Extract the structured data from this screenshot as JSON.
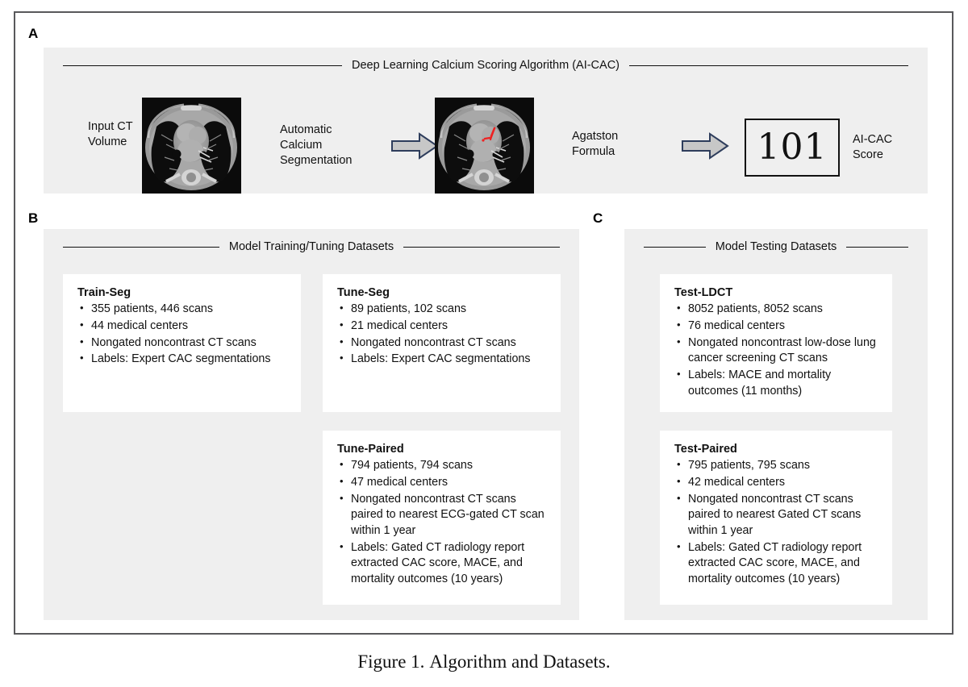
{
  "figure": {
    "caption_number": "Figure 1.",
    "caption_text": "Algorithm and Datasets."
  },
  "panelA": {
    "letter": "A",
    "title": "Deep Learning Calcium Scoring Algorithm (AI-CAC)",
    "input_label": "Input CT\nVolume",
    "step1_label": "Automatic\nCalcium\nSegmentation",
    "step2_label": "Agatston\nFormula",
    "score_value": "101",
    "score_label": "AI-CAC\nScore",
    "arrow1_icon": "right-block-arrow-icon",
    "arrow2_icon": "right-block-arrow-icon",
    "ct_input_icon": "ct-axial-slice-icon",
    "ct_segmented_icon": "ct-axial-slice-with-calcium-overlay-icon",
    "colors": {
      "panel_background": "#efefef",
      "arrow_fill": "#c7c7c7",
      "arrow_stroke": "#2e3d5c",
      "calcium_overlay": "#ee2222"
    }
  },
  "panelB": {
    "letter": "B",
    "title": "Model Training/Tuning Datasets",
    "cards": [
      {
        "name": "Train-Seg",
        "bullets": [
          "355 patients, 446 scans",
          "44 medical centers",
          "Nongated noncontrast CT scans",
          "Labels: Expert CAC segmentations"
        ]
      },
      {
        "name": "Tune-Seg",
        "bullets": [
          "89 patients, 102 scans",
          "21 medical centers",
          "Nongated noncontrast CT scans",
          "Labels: Expert CAC segmentations"
        ]
      },
      {
        "name": "Tune-Paired",
        "bullets": [
          "794 patients, 794 scans",
          "47 medical centers",
          "Nongated noncontrast CT scans paired to nearest ECG-gated CT scan within 1 year",
          "Labels: Gated CT radiology report extracted CAC score, MACE, and mortality outcomes (10 years)"
        ]
      }
    ]
  },
  "panelC": {
    "letter": "C",
    "title": "Model Testing Datasets",
    "cards": [
      {
        "name": "Test-LDCT",
        "bullets": [
          "8052 patients, 8052 scans",
          "76 medical centers",
          "Nongated noncontrast low-dose lung cancer screening CT scans",
          "Labels: MACE and mortality outcomes (11 months)"
        ]
      },
      {
        "name": "Test-Paired",
        "bullets": [
          "795 patients, 795 scans",
          "42 medical centers",
          "Nongated noncontrast CT scans paired to nearest  Gated CT  scans within 1 year",
          "Labels: Gated CT radiology report extracted CAC score, MACE, and mortality outcomes (10 years)"
        ]
      }
    ]
  }
}
